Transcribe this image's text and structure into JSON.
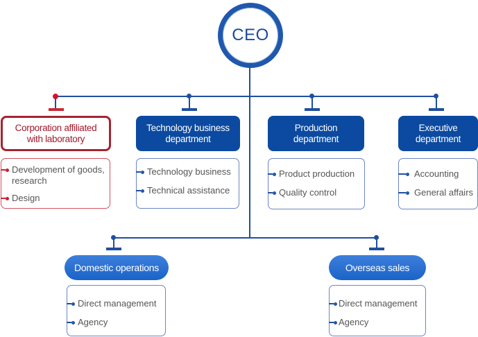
{
  "ceo": {
    "label": "CEO"
  },
  "colors": {
    "primary": "#0b4aa0",
    "line": "#1f4f9f",
    "accent_red": "#a52330",
    "pill": "#1b63c8"
  },
  "departments": [
    {
      "label": "Corporation affiliated with laboratory",
      "style": "red",
      "items": [
        "Development of goods, research",
        "Design"
      ]
    },
    {
      "label": "Technology business department",
      "style": "blue",
      "items": [
        "Technology business",
        "Technical assistance"
      ]
    },
    {
      "label": "Production department",
      "style": "blue",
      "items": [
        "Product production",
        "Quality control"
      ]
    },
    {
      "label": "Executive department",
      "style": "blue",
      "items": [
        "Accounting",
        "General affairs"
      ]
    }
  ],
  "divisions": [
    {
      "label": "Domestic operations",
      "items": [
        "Direct management",
        "Agency"
      ]
    },
    {
      "label": "Overseas sales",
      "items": [
        "Direct management",
        "Agency"
      ]
    }
  ]
}
